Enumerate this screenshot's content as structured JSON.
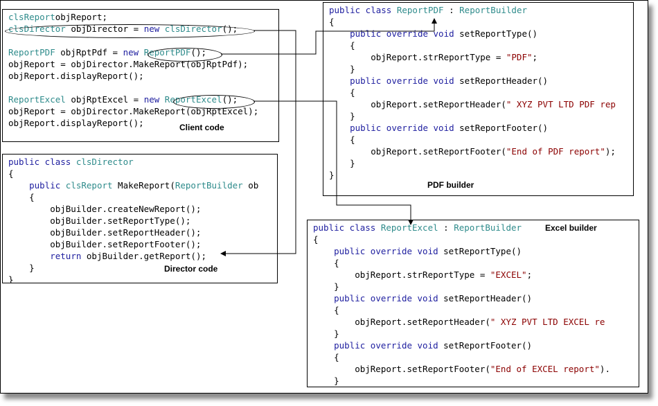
{
  "client": {
    "caption": "Client code",
    "lines": [
      [
        [
          "ty",
          "clsReport"
        ],
        [
          "",
          "objReport;"
        ]
      ],
      [
        [
          "ty",
          "clsDirector"
        ],
        [
          "",
          " objDirector = "
        ],
        [
          "kw",
          "new"
        ],
        [
          "",
          " "
        ],
        [
          "ty",
          "clsDirector"
        ],
        [
          "",
          "();"
        ]
      ],
      [],
      [
        [
          "ty",
          "ReportPDF"
        ],
        [
          "",
          " objRptPdf = "
        ],
        [
          "kw",
          "new"
        ],
        [
          "",
          " "
        ],
        [
          "ty",
          "ReportPDF"
        ],
        [
          "",
          "();"
        ]
      ],
      [
        [
          "",
          "objReport = objDirector.MakeReport(objRptPdf);"
        ]
      ],
      [
        [
          "",
          "objReport.displayReport();"
        ]
      ],
      [],
      [
        [
          "ty",
          "ReportExcel"
        ],
        [
          "",
          " objRptExcel = "
        ],
        [
          "kw",
          "new"
        ],
        [
          "",
          " "
        ],
        [
          "ty",
          "ReportExcel"
        ],
        [
          "",
          "();"
        ]
      ],
      [
        [
          "",
          "objReport = objDirector.MakeReport(objRptExcel);"
        ]
      ],
      [
        [
          "",
          "objReport.displayReport();"
        ]
      ]
    ]
  },
  "director": {
    "caption": "Director code",
    "lines": [
      [
        [
          "kw",
          "public class"
        ],
        [
          "",
          " "
        ],
        [
          "ty",
          "clsDirector"
        ]
      ],
      [
        [
          "",
          "{"
        ]
      ],
      [
        [
          "",
          "    "
        ],
        [
          "kw",
          "public"
        ],
        [
          "",
          " "
        ],
        [
          "ty",
          "clsReport"
        ],
        [
          "",
          " MakeReport("
        ],
        [
          "ty",
          "ReportBuilder"
        ],
        [
          "",
          " ob"
        ]
      ],
      [
        [
          "",
          "    {"
        ]
      ],
      [
        [
          "",
          "        objBuilder.createNewReport();"
        ]
      ],
      [
        [
          "",
          "        objBuilder.setReportType();"
        ]
      ],
      [
        [
          "",
          "        objBuilder.setReportHeader();"
        ]
      ],
      [
        [
          "",
          "        objBuilder.setReportFooter();"
        ]
      ],
      [
        [
          "",
          "        "
        ],
        [
          "kw",
          "return"
        ],
        [
          "",
          " objBuilder.getReport();"
        ]
      ],
      [
        [
          "",
          "    }"
        ]
      ],
      [
        [
          "",
          "}"
        ]
      ]
    ]
  },
  "pdf": {
    "caption": "PDF builder",
    "lines": [
      [
        [
          "kw",
          "public class"
        ],
        [
          "",
          " "
        ],
        [
          "ty",
          "ReportPDF"
        ],
        [
          "",
          " : "
        ],
        [
          "ty",
          "ReportBuilder"
        ]
      ],
      [
        [
          "",
          "{"
        ]
      ],
      [
        [
          "",
          "    "
        ],
        [
          "kw",
          "public override void"
        ],
        [
          "",
          " setReportType()"
        ]
      ],
      [
        [
          "",
          "    {"
        ]
      ],
      [
        [
          "",
          "        objReport.strReportType = "
        ],
        [
          "st",
          "\"PDF\""
        ],
        [
          "",
          ";"
        ]
      ],
      [
        [
          "",
          "    }"
        ]
      ],
      [
        [
          "",
          "    "
        ],
        [
          "kw",
          "public override void"
        ],
        [
          "",
          " setReportHeader()"
        ]
      ],
      [
        [
          "",
          "    {"
        ]
      ],
      [
        [
          "",
          "        objReport.setReportHeader("
        ],
        [
          "st",
          "\" XYZ PVT LTD PDF rep"
        ]
      ],
      [
        [
          "",
          "    }"
        ]
      ],
      [
        [
          "",
          "    "
        ],
        [
          "kw",
          "public override void"
        ],
        [
          "",
          " setReportFooter()"
        ]
      ],
      [
        [
          "",
          "    {"
        ]
      ],
      [
        [
          "",
          "        objReport.setReportFooter("
        ],
        [
          "st",
          "\"End of PDF report\""
        ],
        [
          "",
          ");"
        ]
      ],
      [
        [
          "",
          "    }"
        ]
      ],
      [
        [
          "",
          "}"
        ]
      ]
    ]
  },
  "excel": {
    "caption": "Excel builder",
    "lines": [
      [
        [
          "kw",
          "public class"
        ],
        [
          "",
          " "
        ],
        [
          "ty",
          "ReportExcel"
        ],
        [
          "",
          " : "
        ],
        [
          "ty",
          "ReportBuilder"
        ]
      ],
      [
        [
          "",
          "{"
        ]
      ],
      [
        [
          "",
          "    "
        ],
        [
          "kw",
          "public override void"
        ],
        [
          "",
          " setReportType()"
        ]
      ],
      [
        [
          "",
          "    {"
        ]
      ],
      [
        [
          "",
          "        objReport.strReportType = "
        ],
        [
          "st",
          "\"EXCEL\""
        ],
        [
          "",
          ";"
        ]
      ],
      [
        [
          "",
          "    }"
        ]
      ],
      [
        [
          "",
          "    "
        ],
        [
          "kw",
          "public override void"
        ],
        [
          "",
          " setReportHeader()"
        ]
      ],
      [
        [
          "",
          "    {"
        ]
      ],
      [
        [
          "",
          "        objReport.setReportHeader("
        ],
        [
          "st",
          "\" XYZ PVT LTD EXCEL re"
        ]
      ],
      [
        [
          "",
          "    }"
        ]
      ],
      [
        [
          "",
          "    "
        ],
        [
          "kw",
          "public override void"
        ],
        [
          "",
          " setReportFooter()"
        ]
      ],
      [
        [
          "",
          "    {"
        ]
      ],
      [
        [
          "",
          "        objReport.setReportFooter("
        ],
        [
          "st",
          "\"End of EXCEL report\""
        ],
        [
          "",
          ")."
        ]
      ],
      [
        [
          "",
          "    }"
        ]
      ]
    ]
  },
  "colors": {
    "keyword": "#2020a0",
    "type": "#2e8b8b",
    "string": "#8b0000"
  }
}
